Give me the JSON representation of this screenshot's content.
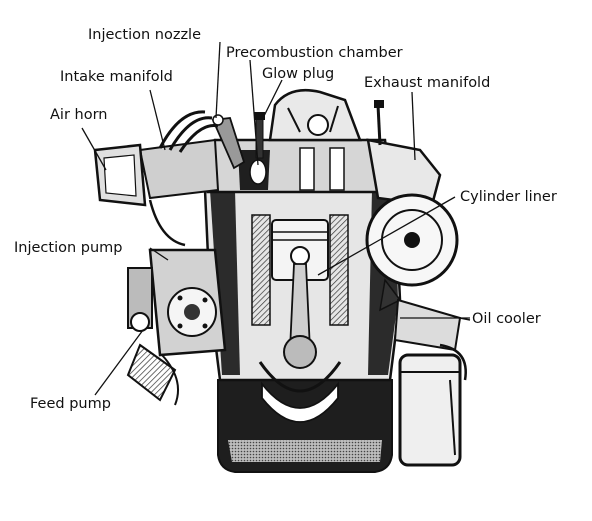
{
  "diagram": {
    "labels": {
      "injection_nozzle": "Injection nozzle",
      "precombustion_chamber": "Precombustion chamber",
      "intake_manifold": "Intake manifold",
      "glow_plug": "Glow plug",
      "exhaust_manifold": "Exhaust manifold",
      "air_horn": "Air horn",
      "cylinder_liner": "Cylinder liner",
      "injection_pump": "Injection pump",
      "oil_cooler": "Oil cooler",
      "feed_pump": "Feed pump"
    }
  },
  "colors": {
    "ink": "#111111",
    "shade": "#3a3a3a",
    "light": "#d8d8d8",
    "paper": "#ffffff"
  }
}
